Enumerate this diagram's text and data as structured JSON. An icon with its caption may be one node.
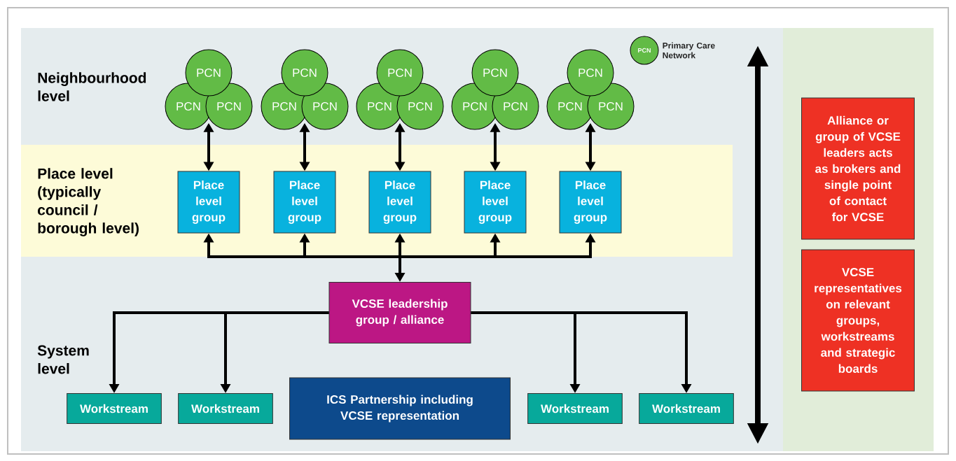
{
  "diagram": {
    "nodes": [
      {
        "text": [
          "PCN"
        ]
      },
      {
        "text": [
          "PCN"
        ]
      },
      {
        "text": [
          "PCN"
        ]
      },
      {
        "text": [
          "PCN"
        ]
      },
      {
        "text": [
          "PCN"
        ]
      },
      {
        "text": [
          "PCN"
        ]
      },
      {
        "text": [
          "PCN"
        ]
      },
      {
        "text": [
          "PCN"
        ]
      },
      {
        "text": [
          "PCN"
        ]
      },
      {
        "text": [
          "PCN"
        ]
      },
      {
        "text": [
          "PCN"
        ]
      },
      {
        "text": [
          "PCN"
        ]
      },
      {
        "text": [
          "PCN"
        ]
      },
      {
        "text": [
          "PCN"
        ]
      },
      {
        "text": [
          "PCN"
        ]
      },
      {
        "text": [
          "Place level group"
        ]
      },
      {
        "text": [
          "Place level group"
        ]
      },
      {
        "text": [
          "Place level group"
        ]
      },
      {
        "text": [
          "Place level group"
        ]
      },
      {
        "text": [
          "Place level group"
        ]
      },
      {
        "text": [
          "VCSE leadership group / alliance"
        ]
      },
      {
        "text": [
          "Workstream"
        ]
      },
      {
        "text": [
          "Workstream"
        ]
      },
      {
        "text": [
          "ICS Partnership including VCSE representation"
        ]
      },
      {
        "text": [
          "Workstream"
        ]
      },
      {
        "text": [
          "Workstream"
        ]
      },
      {
        "text": [
          "PCN"
        ],
        "beside": [
          "Primary Care Network"
        ]
      },
      {
        "text": [
          "Alliance or group of VCSE leaders acts as brokers and single point of contact for VCSE"
        ]
      },
      {
        "text": [
          "VCSE representatives on relevant groups, workstreams and strategic boards"
        ]
      }
    ],
    "edges": [
      {
        "from": 1,
        "to": 15,
        "arrow": "both"
      },
      {
        "from": 4,
        "to": 16,
        "arrow": "both"
      },
      {
        "from": 7,
        "to": 17,
        "arrow": "both"
      },
      {
        "from": 10,
        "to": 18,
        "arrow": "both"
      },
      {
        "from": 13,
        "to": 19,
        "arrow": "both"
      },
      {
        "from": 20,
        "to": 15,
        "arrow": "both"
      },
      {
        "from": 20,
        "to": 16,
        "arrow": "both"
      },
      {
        "from": 20,
        "to": 17,
        "arrow": "both"
      },
      {
        "from": 20,
        "to": 18,
        "arrow": "both"
      },
      {
        "from": 20,
        "to": 19,
        "arrow": "both"
      },
      {
        "from": 20,
        "to": 21,
        "arrow": "to"
      },
      {
        "from": 20,
        "to": 22,
        "arrow": "to"
      },
      {
        "from": 20,
        "to": 24,
        "arrow": "to"
      },
      {
        "from": 20,
        "to": 25,
        "arrow": "to"
      }
    ],
    "labels": [
      "Neighbourhood level",
      "Place level (typically council / borough level)",
      "System level"
    ]
  }
}
